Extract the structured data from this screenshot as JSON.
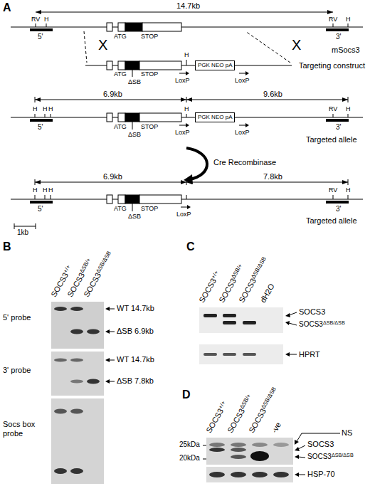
{
  "diagram": {
    "nodes": [
      {
        "text": [
          "PGK NEO pA"
        ]
      },
      {
        "text": [
          "PGK NEO pA"
        ]
      }
    ],
    "labels": [
      "A",
      "14.7kb",
      "RV",
      "H",
      "RV",
      "H",
      "5'",
      "ATG",
      "STOP",
      "3'",
      "mSocs3",
      "X",
      "X",
      "ATG",
      "ΔSB",
      "STOP",
      "H",
      "LoxP",
      "LoxP",
      "Targeting construct",
      "6.9kb",
      "9.6kb",
      "H",
      "H",
      "H",
      "5'",
      "ATG",
      "ΔSB",
      "STOP",
      "H",
      "LoxP",
      "LoxP",
      "RV",
      "H",
      "3'",
      "Targeted allele",
      "Cre Recombinase",
      "6.9kb",
      "7.8kb",
      "H",
      "H",
      "H",
      "5'",
      "ATG",
      "ΔSB",
      "STOP",
      "LoxP",
      "RV",
      "H",
      "3'",
      "Targeted allele",
      "1kb",
      "B",
      "SOCS3+/+",
      "SOCS3ΔSB/+",
      "SOCS3ΔSB/ΔSB",
      "5' probe",
      "WT 14.7kb",
      "ΔSB 6.9kb",
      "3' probe",
      "WT 14.7kb",
      "ΔSB 7.8kb",
      "Socs box probe",
      "C",
      "SOCS3+/+",
      "SOCS3ΔSB/+",
      "SOCS3ΔSB/ΔSB",
      "dH2O",
      "SOCS3",
      "SOCS3ΔSB/ΔSB",
      "HPRT",
      "D",
      "SOCS3+/+",
      "SOCS3ΔSB/+",
      "SOCS3ΔSB/ΔSB",
      "-ve",
      "25kDa",
      "20kDa",
      "SOCS3",
      "NS",
      "SOCS3ΔSB/ΔSB",
      "HSP-70"
    ]
  }
}
